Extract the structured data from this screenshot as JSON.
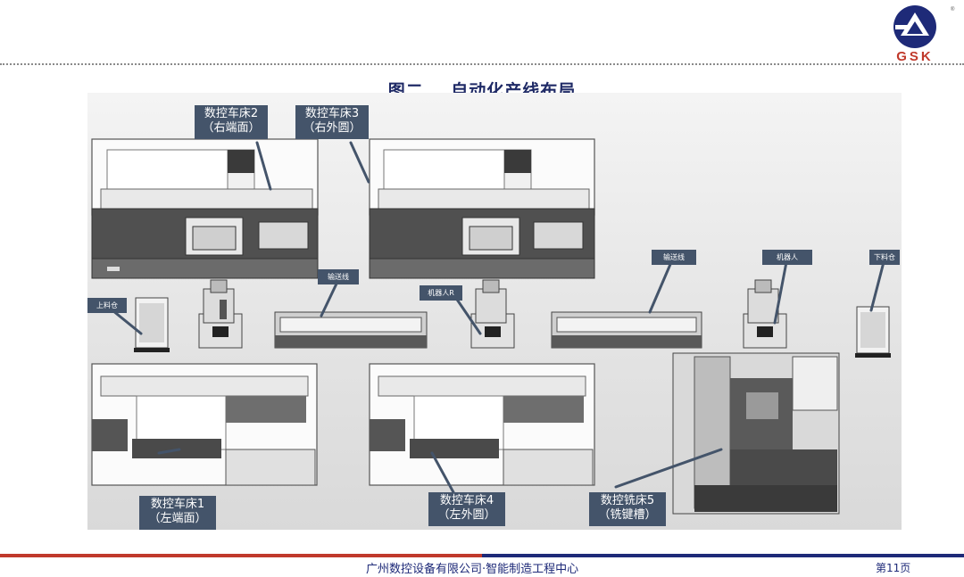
{
  "slide": {
    "title": "图二    自动化产线布局",
    "footer": "广州数控设备有限公司·智能制造工程中心",
    "page": "第11页",
    "logo_text": "GSK",
    "accent_red": "#c0392b",
    "accent_blue": "#1e2a78",
    "callout_color": "#44546a"
  },
  "labels": {
    "lathe2": "数控车床2\n（右端面）",
    "lathe3": "数控车床3\n（右外圆）",
    "lathe1": "数控车床1\n（左端面）",
    "lathe4": "数控车床4\n（左外圆）",
    "mill5": "数控铣床5\n（铣键槽）",
    "conveyor_a": "输送线",
    "conveyor_b": "输送线",
    "robot_r": "机器人R",
    "robot": "机器人",
    "load_bin": "上料仓",
    "unload_bin": "下料仓"
  }
}
